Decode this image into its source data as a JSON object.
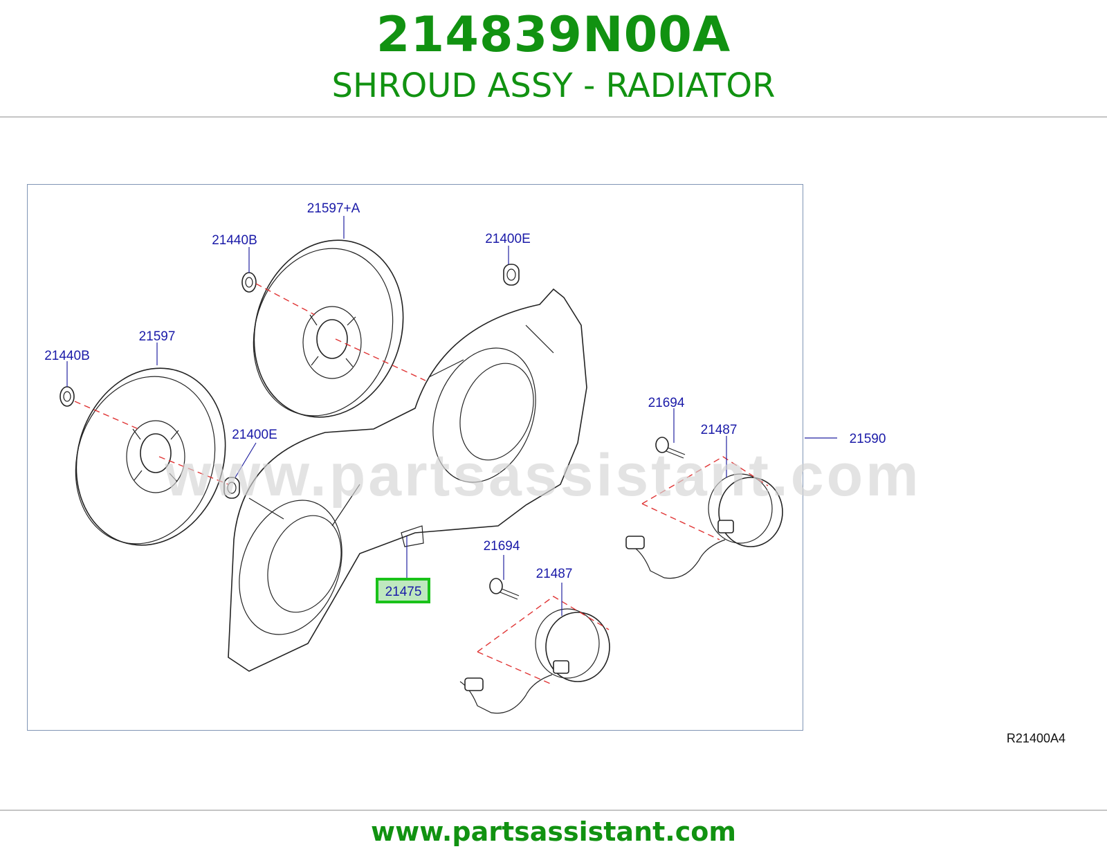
{
  "header": {
    "part_number": "214839N00A",
    "part_name": "SHROUD ASSY - RADIATOR"
  },
  "watermark": "www.partsassistant.com",
  "callouts": {
    "fan_upper": "21597+A",
    "nut_upper": "21440B",
    "collar_upper": "21400E",
    "fan_lower": "21597",
    "nut_lower": "21440B",
    "collar_lower": "21400E",
    "shroud": "21475",
    "bolt_upper": "21694",
    "motor_upper": "21487",
    "bolt_lower": "21694",
    "motor_lower": "21487",
    "assembly": "21590"
  },
  "highlight_color": "#19c219",
  "reference_code": "R21400A4",
  "footer": {
    "url": "www.partsassistant.com"
  }
}
